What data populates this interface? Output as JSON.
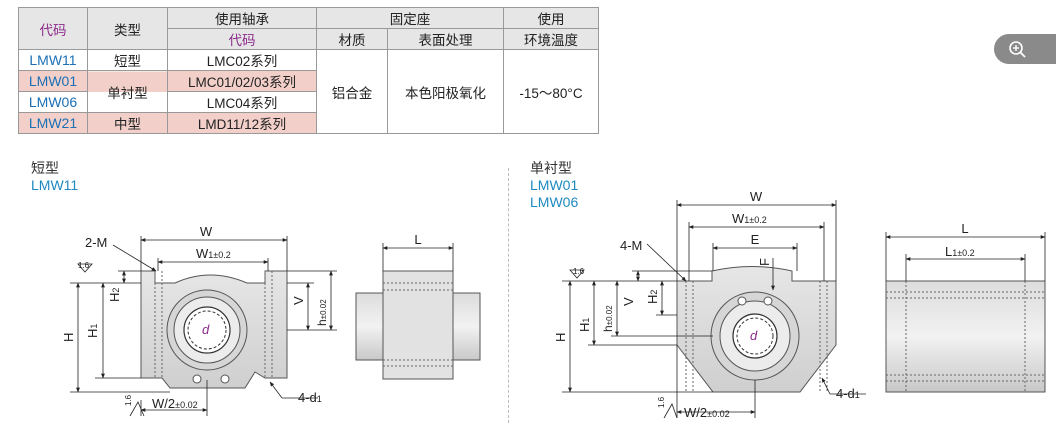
{
  "table": {
    "headers": {
      "code": "代码",
      "type": "类型",
      "bearing": "使用轴承",
      "bearing_code": "代码",
      "mount": "固定座",
      "material": "材质",
      "surface": "表面处理",
      "env_line1": "使用",
      "env_line2": "环境温度"
    },
    "rows": [
      {
        "code": "LMW11",
        "type": "短型",
        "bearing": "LMC02系列"
      },
      {
        "code": "LMW01",
        "type": "单衬型",
        "bearing": "LMC01/02/03系列"
      },
      {
        "code": "LMW06",
        "type": "",
        "bearing": "LMC04系列"
      },
      {
        "code": "LMW21",
        "type": "中型",
        "bearing": "LMD11/12系列"
      }
    ],
    "material": "铝合金",
    "surface": "本色阳极氧化",
    "temperature": "-15～80°C"
  },
  "sections": {
    "short": {
      "title": "短型",
      "codes": [
        "LMW11"
      ]
    },
    "single": {
      "title": "单衬型",
      "codes": [
        "LMW01",
        "LMW06"
      ]
    }
  },
  "dims": {
    "W": "W",
    "W1": "W",
    "W1_sub": "1±0.2",
    "L": "L",
    "L1": "L",
    "L1_sub": "1±0.2",
    "E": "E",
    "F": "F",
    "H": "H",
    "H1": "H",
    "H1_sub": "1",
    "H2": "H",
    "H2_sub": "2",
    "V": "V",
    "h": "h",
    "h_sub": "±0.02",
    "d": "d",
    "W2": "W/2",
    "W2_sub": "±0.02",
    "twoM": "2-M",
    "fourM": "4-M",
    "fourD": "4-d",
    "fourD_sub": "1",
    "rough": "1.6"
  },
  "icons": {
    "zoom": "zoom-in-icon"
  }
}
